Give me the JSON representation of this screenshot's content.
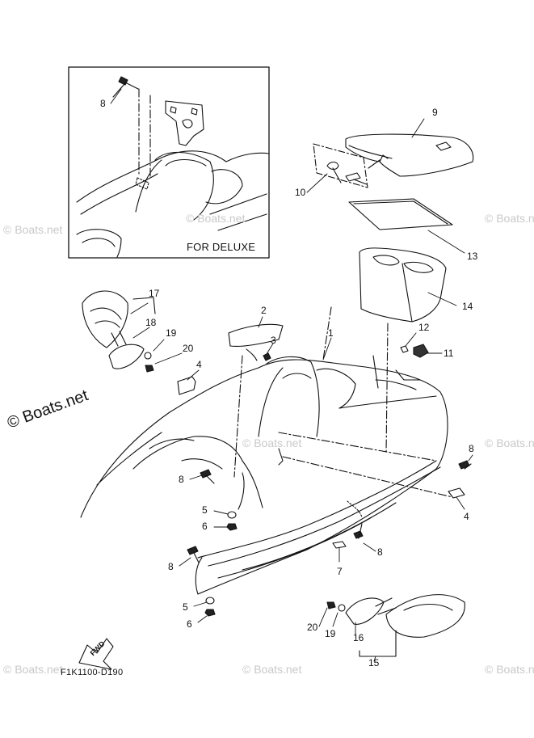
{
  "inset": {
    "caption": "FOR DELUXE"
  },
  "diagram_code": "F1K1100-D190",
  "fwd_label": "FWD",
  "watermark": {
    "main": "© Boats.net",
    "faint": "© Boats.net"
  },
  "callouts": {
    "c1": "1",
    "c2": "2",
    "c3": "3",
    "c4a": "4",
    "c4b": "4",
    "c5a": "5",
    "c5b": "5",
    "c6a": "6",
    "c6b": "6",
    "c7": "7",
    "c8inset": "8",
    "c8a": "8",
    "c8b": "8",
    "c8c": "8",
    "c8d": "8",
    "c9": "9",
    "c10": "10",
    "c11": "11",
    "c12": "12",
    "c13": "13",
    "c14": "14",
    "c15": "15",
    "c16": "16",
    "c17": "17",
    "c18": "18",
    "c19a": "19",
    "c19b": "19",
    "c20a": "20",
    "c20b": "20"
  }
}
